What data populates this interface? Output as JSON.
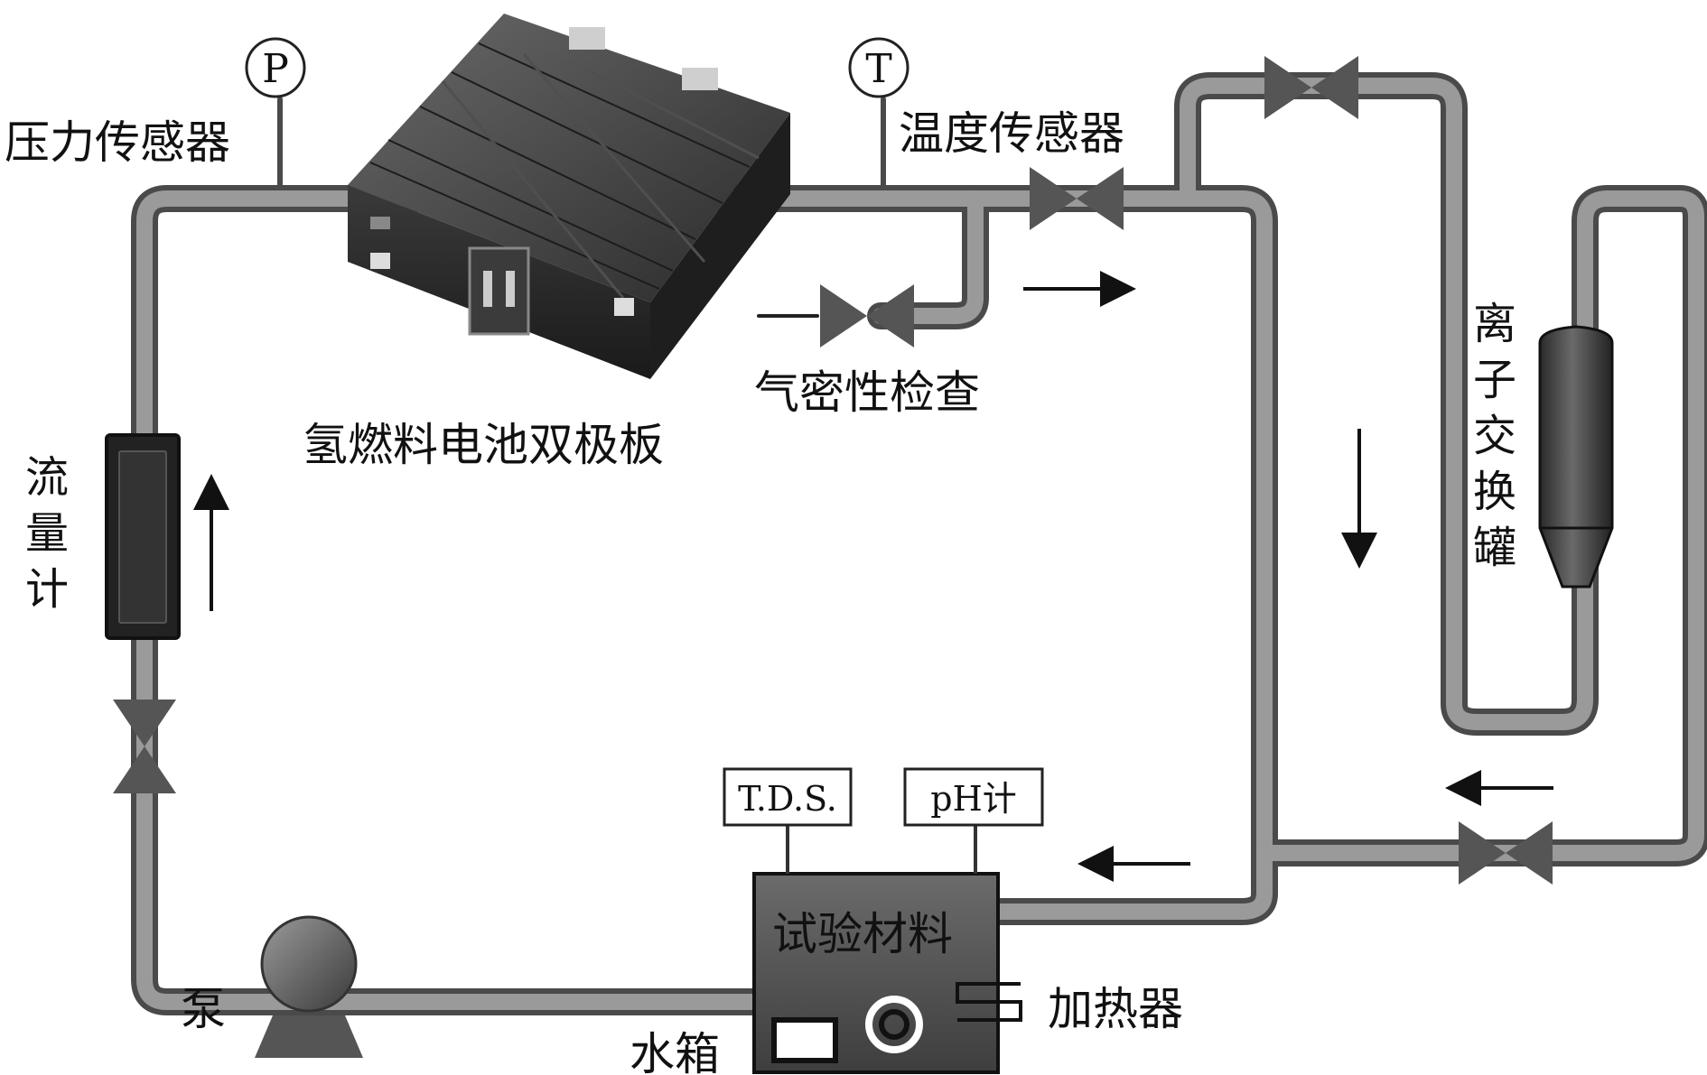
{
  "labels": {
    "pressure_sensor": "压力传感器",
    "temperature_sensor": "温度传感器",
    "fuel_cell": "氢燃料电池双极板",
    "leak_check": "气密性检查",
    "flowmeter": "流量计",
    "ion_exchange": "离子交换罐",
    "pump": "泵",
    "water_tank": "水箱",
    "test_material": "试验材料",
    "heater": "加热器",
    "tds": "T.D.S.",
    "ph_meter": "pH计"
  },
  "gauges": {
    "pressure": "P",
    "temperature": "T"
  },
  "colors": {
    "pipe": "#8a8a8a",
    "pipe_dark": "#555555",
    "device": "#2b2b2b",
    "text": "#111111"
  }
}
